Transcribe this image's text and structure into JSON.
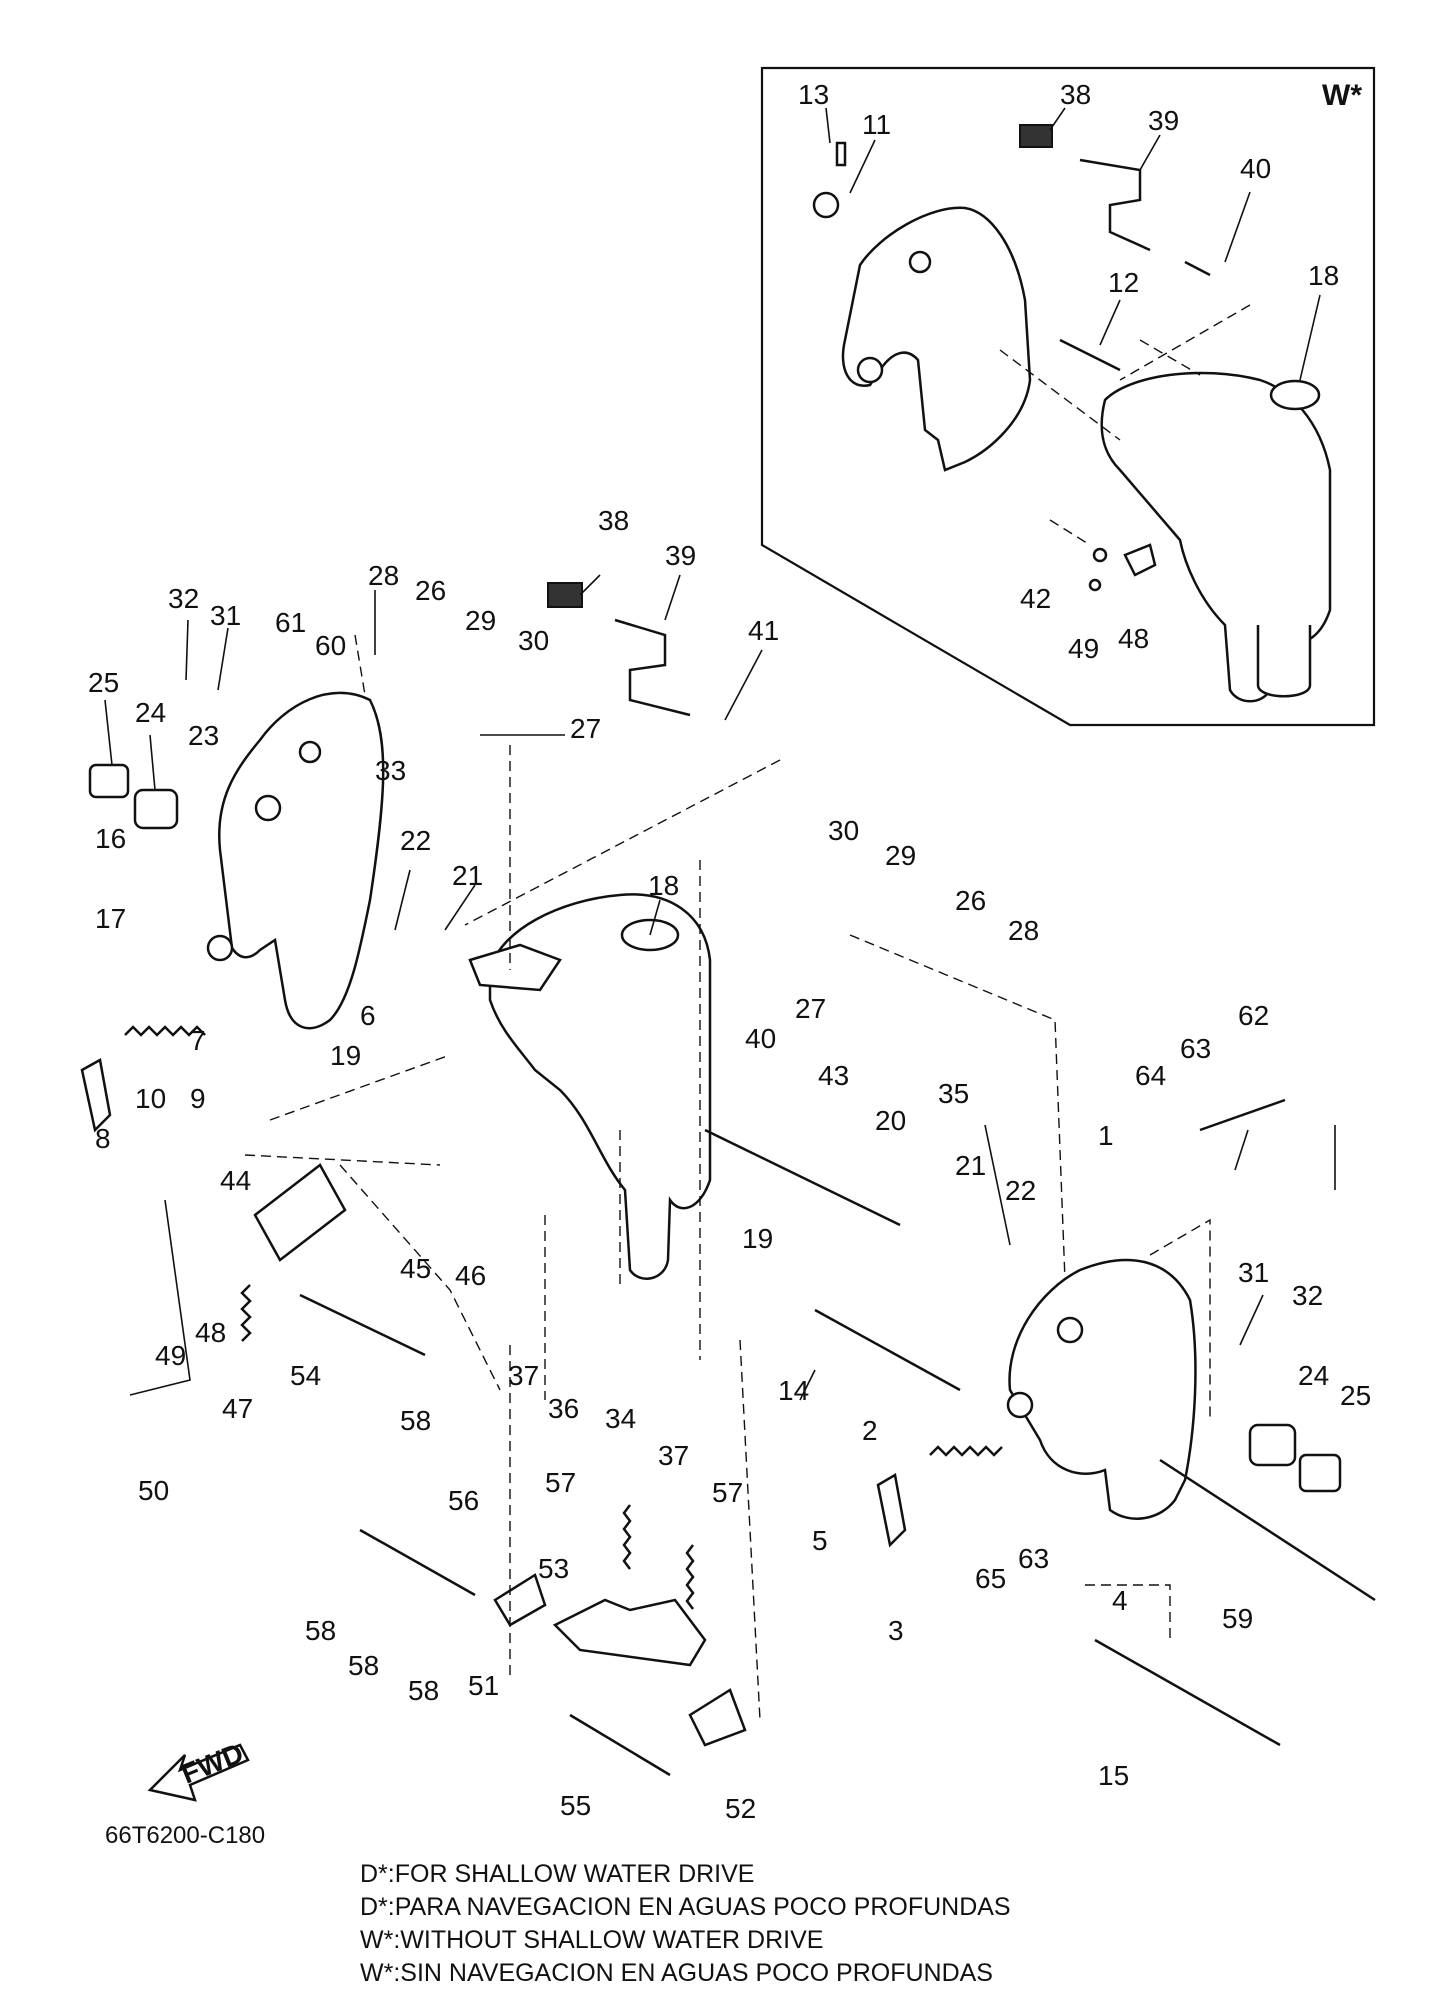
{
  "box_tag": "W*",
  "fwd_label": "FWD",
  "diagram_code": "66T6200-C180",
  "notes": [
    "D*:FOR SHALLOW WATER DRIVE",
    "D*:PARA NAVEGACION EN AGUAS POCO PROFUNDAS",
    "W*:WITHOUT SHALLOW WATER DRIVE",
    "W*:SIN NAVEGACION EN AGUAS POCO PROFUNDAS"
  ],
  "callouts": {
    "w13": "13",
    "w11": "11",
    "w38": "38",
    "w39": "39",
    "w40": "40",
    "w12": "12",
    "w18": "18",
    "w42": "42",
    "w49": "49",
    "w48": "48",
    "c38": "38",
    "c39": "39",
    "c41": "41",
    "c28a": "28",
    "c26a": "26",
    "c29a": "29",
    "c30a": "30",
    "c27a": "27",
    "c33": "33",
    "c32a": "32",
    "c31a": "31",
    "c61": "61",
    "c60": "60",
    "c25a": "25",
    "c24a": "24",
    "c23": "23",
    "c16": "16",
    "c17": "17",
    "c22a": "22",
    "c21a": "21",
    "c18": "18",
    "c7": "7",
    "c6": "6",
    "c19a": "19",
    "c8": "8",
    "c10": "10",
    "c9": "9",
    "c30b": "30",
    "c29b": "29",
    "c26b": "26",
    "c28b": "28",
    "c27b": "27",
    "c35": "35",
    "c40": "40",
    "c43": "43",
    "c62": "62",
    "c63a": "63",
    "c64": "64",
    "c1": "1",
    "c20": "20",
    "c21b": "21",
    "c22b": "22",
    "c19b": "19",
    "c44": "44",
    "c45": "45",
    "c46": "46",
    "c49": "49",
    "c48": "48",
    "c47": "47",
    "c54": "54",
    "c58a": "58",
    "c50": "50",
    "c37a": "37",
    "c36": "36",
    "c34": "34",
    "c37b": "37",
    "c14": "14",
    "c31b": "31",
    "c32b": "32",
    "c24b": "24",
    "c25b": "25",
    "c2": "2",
    "c5": "5",
    "c3": "3",
    "c65": "65",
    "c63b": "63",
    "c4": "4",
    "c59": "59",
    "c56": "56",
    "c57a": "57",
    "c57b": "57",
    "c53": "53",
    "c58b": "58",
    "c58c": "58",
    "c58d": "58",
    "c51": "51",
    "c55": "55",
    "c52": "52",
    "c15": "15"
  }
}
